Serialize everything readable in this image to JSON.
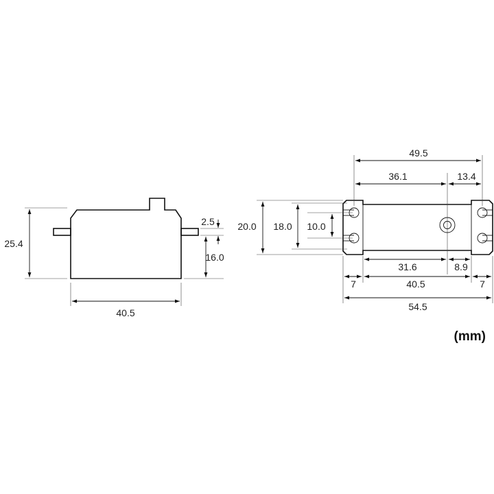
{
  "units_label": "(mm)",
  "side_view": {
    "height": "25.4",
    "tab_thickness": "2.5",
    "tab_height": "16.0",
    "body_width": "40.5"
  },
  "bottom_view": {
    "mount_spacing": "49.5",
    "to_shaft": "36.1",
    "shaft_to_mount": "13.4",
    "total_width": "20.0",
    "outer_hole_span": "18.0",
    "hole_spacing": "10.0",
    "body_to_shaft": "31.6",
    "shaft_to_body_end": "8.9",
    "left_tab": "7",
    "body_width": "40.5",
    "right_tab": "7",
    "overall_length": "54.5"
  }
}
